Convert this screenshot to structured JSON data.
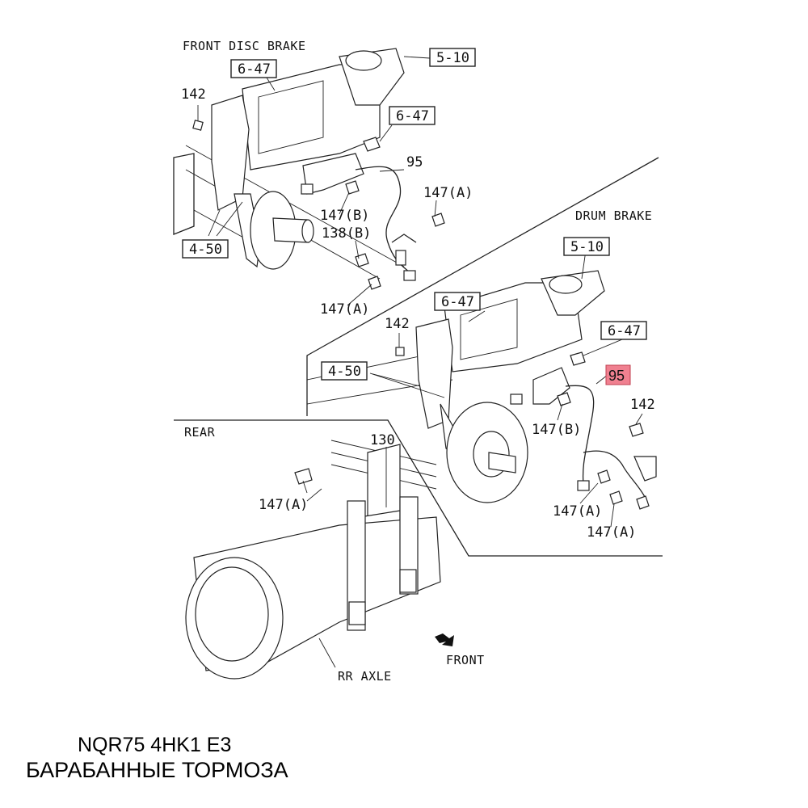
{
  "sections": {
    "front_disc": "FRONT DISC BRAKE",
    "drum": "DRUM BRAKE",
    "rear": "REAR"
  },
  "callouts": {
    "c510_a": "5-10",
    "c647_a": "6-47",
    "c647_b": "6-47",
    "c450_a": "4-50",
    "c510_b": "5-10",
    "c647_c": "6-47",
    "c647_d": "6-47",
    "c450_b": "4-50",
    "c95_hl": "95"
  },
  "part_numbers": {
    "p142_a": "142",
    "p95_a": "95",
    "p147A_a": "147(A)",
    "p147B_a": "147(B)",
    "p138B": "138(B)",
    "p147A_b": "147(A)",
    "p142_b": "142",
    "p147B_b": "147(B)",
    "p142_c": "142",
    "p147A_c": "147(A)",
    "p147A_d": "147(A)",
    "p130": "130",
    "p147A_e": "147(A)"
  },
  "annotations": {
    "rr_axle": "RR AXLE",
    "front": "FRONT"
  },
  "caption": {
    "line1": "NQR75 4HK1 E3",
    "line2": "БАРАБАННЫЕ ТОРМОЗА"
  },
  "colors": {
    "highlight": "#f08090",
    "ink": "#222222"
  }
}
